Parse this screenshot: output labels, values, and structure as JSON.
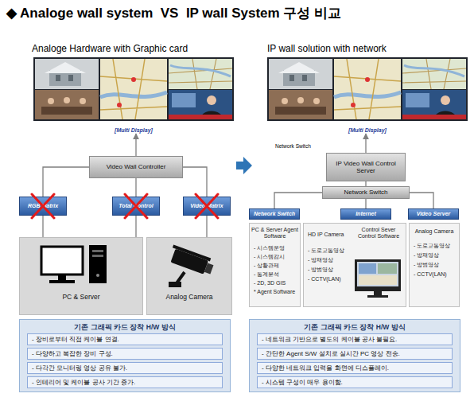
{
  "diagram": {
    "title": "◆ Analoge wall system  VS  IP wall System 구성 비교",
    "nodes": [
      {
        "text": [
          "[Multi Display]"
        ]
      },
      {
        "text": [
          "Video Wall Controller"
        ]
      },
      {
        "text": [
          "RGB Matrix"
        ]
      },
      {
        "text": [
          "Total Control"
        ]
      },
      {
        "text": [
          "Video Matrix"
        ]
      },
      {
        "text": [
          "PC & Server"
        ]
      },
      {
        "text": [
          "Analog Camera"
        ]
      },
      {
        "text": [
          "기존 그래픽 카드 장착 H/W 방식"
        ]
      },
      {
        "text": [
          "- 장비로부터 직접 케이블 연결."
        ],
        "in": 7
      },
      {
        "text": [
          "- 다양하고 복잡한 장비 구성."
        ],
        "in": 7
      },
      {
        "text": [
          "- 다각간 모니터링 영상 공유 불가."
        ],
        "in": 7
      },
      {
        "text": [
          "- 인테리어 및 케이블 공사 기간 증가."
        ],
        "in": 7
      },
      {
        "text": [
          "[Multi Display]"
        ]
      },
      {
        "text": [
          "IP Video Wall Control Server"
        ]
      },
      {
        "text": [
          "Network Switch"
        ]
      },
      {
        "text": [
          "Network Switch"
        ]
      },
      {
        "text": [
          "Internet"
        ]
      },
      {
        "text": [
          "Video Server"
        ]
      },
      {
        "text": [
          "PC & Server Agent Software",
          "- 시스템운영",
          "- 시스템감시",
          "- 상황관제",
          "- 통계분석",
          "- 2D, 3D GIS",
          "* Agent Software"
        ]
      },
      {
        "text": [
          "HD IP Camera",
          "Control Sever Control Software",
          "- 도로교통영상",
          "- 방재영상",
          "- 방범영상",
          "- CCTV(LAN)"
        ]
      },
      {
        "text": [
          "Analog Camera",
          "- 도로교통영상",
          "- 방재영상",
          "- 방범영상",
          "- CCTV(LAN)"
        ]
      },
      {
        "text": [
          "기존 그래픽 카드 장착 H/W 방식"
        ]
      },
      {
        "text": [
          "- 네트워크 기반으로 별도의 케이블 공사 불필요."
        ],
        "in": 21
      },
      {
        "text": [
          "- 간단한 Agent S/W 설치로 실시간 PC 영상 전송."
        ],
        "in": 21
      },
      {
        "text": [
          "- 다양한 네트워크 입력을 화면에 디스플레이."
        ],
        "in": 21
      },
      {
        "text": [
          "- 시스템 구성이 매우 용이함."
        ],
        "in": 21
      }
    ],
    "edges": [
      {
        "from": 1,
        "to": 0,
        "arrow": "to"
      },
      {
        "from": 1,
        "to": 2,
        "arrow": "none"
      },
      {
        "from": 1,
        "to": 3,
        "arrow": "none"
      },
      {
        "from": 1,
        "to": 4,
        "arrow": "none"
      },
      {
        "from": 2,
        "to": 5,
        "arrow": "none"
      },
      {
        "from": 3,
        "to": 5,
        "arrow": "none"
      },
      {
        "from": 4,
        "to": 6,
        "arrow": "none"
      },
      {
        "from": 13,
        "to": 12,
        "arrow": "to"
      },
      {
        "from": 13,
        "to": 14,
        "arrow": "none"
      },
      {
        "from": 14,
        "to": 15,
        "arrow": "none"
      },
      {
        "from": 14,
        "to": 16,
        "arrow": "none"
      },
      {
        "from": 14,
        "to": 17,
        "arrow": "none"
      }
    ],
    "labels": [
      "Analoge Hardware with Graphic card",
      "IP wall solution with network",
      "Network Switch"
    ]
  }
}
